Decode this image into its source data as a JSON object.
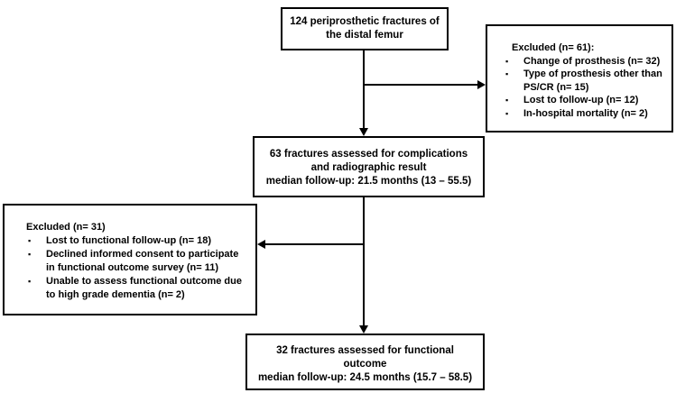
{
  "diagram": {
    "bullet_icon": "▪",
    "colors": {
      "line": "#000000",
      "border": "#000000",
      "text": "#000000",
      "background": "#ffffff"
    },
    "top_box": {
      "line1": "124 periprosthetic fractures of",
      "line2": "the distal femur"
    },
    "excluded_right": {
      "title": "Excluded (n= 61):",
      "items": [
        "Change of prosthesis (n= 32)",
        "Type of prosthesis other than PS/CR (n= 15)",
        "Lost to follow-up (n= 12)",
        "In-hospital mortality (n= 2)"
      ]
    },
    "middle_box": {
      "line1": "63 fractures assessed for complications",
      "line2": "and radiographic result",
      "line3": "median follow-up: 21.5 months (13 – 55.5)"
    },
    "excluded_left": {
      "title": "Excluded (n= 31)",
      "items": [
        "Lost to functional follow-up (n= 18)",
        "Declined informed consent to participate in functional outcome survey (n= 11)",
        "Unable to assess functional outcome due to high grade dementia (n= 2)"
      ]
    },
    "bottom_box": {
      "line1": "32 fractures assessed for functional",
      "line2": "outcome",
      "line3": "median follow-up: 24.5 months (15.7 – 58.5)"
    }
  }
}
